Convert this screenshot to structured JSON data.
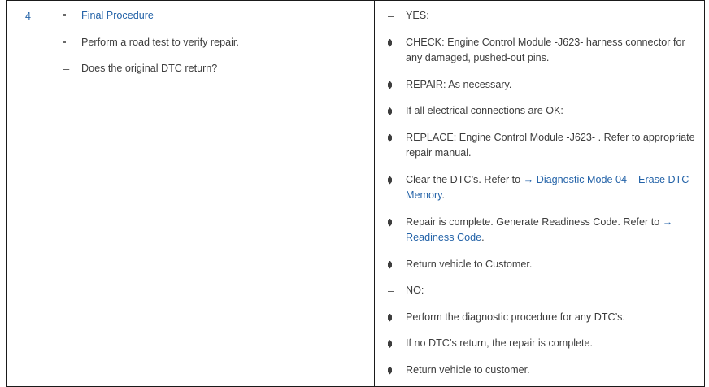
{
  "table": {
    "columns": [
      "step",
      "test_and_condition",
      "result_and_action"
    ],
    "row": {
      "step_number": "4",
      "test_items": [
        {
          "marker": "dot",
          "text": "Final Procedure",
          "link": true
        },
        {
          "marker": "dot",
          "text": "Perform a road test to verify repair.",
          "link": false
        },
        {
          "marker": "dash",
          "text": "Does the original DTC return?",
          "link": false
        }
      ],
      "result_items": [
        {
          "marker": "dash",
          "text": "YES:"
        },
        {
          "marker": "diamond",
          "text": "CHECK: Engine Control Module -J623- harness connector for any damaged, pushed-out pins."
        },
        {
          "marker": "diamond",
          "text": "REPAIR: As necessary."
        },
        {
          "marker": "diamond",
          "text": "If all electrical connections are OK:"
        },
        {
          "marker": "diamond",
          "text": "REPLACE: Engine Control Module -J623- . Refer to appropriate repair manual."
        },
        {
          "marker": "diamond",
          "text_before": "Clear the DTC’s. Refer to ",
          "link_text": "→ Diagnostic Mode 04 – Erase DTC Memory",
          "text_after": "."
        },
        {
          "marker": "diamond",
          "text_before": "Repair is complete. Generate Readiness Code. Refer to ",
          "link_text": "→ Readiness Code",
          "text_after": "."
        },
        {
          "marker": "diamond",
          "text": "Return vehicle to Customer."
        },
        {
          "marker": "dash",
          "text": "NO:"
        },
        {
          "marker": "diamond",
          "text": "Perform the diagnostic procedure for any DTC’s."
        },
        {
          "marker": "diamond",
          "text": "If no DTC’s return, the repair is complete."
        },
        {
          "marker": "diamond",
          "text": "Return vehicle to customer."
        }
      ]
    }
  },
  "colors": {
    "link": "#2463a8",
    "text": "#3d3d3d",
    "border": "#1a1a1a",
    "background": "#ffffff"
  }
}
